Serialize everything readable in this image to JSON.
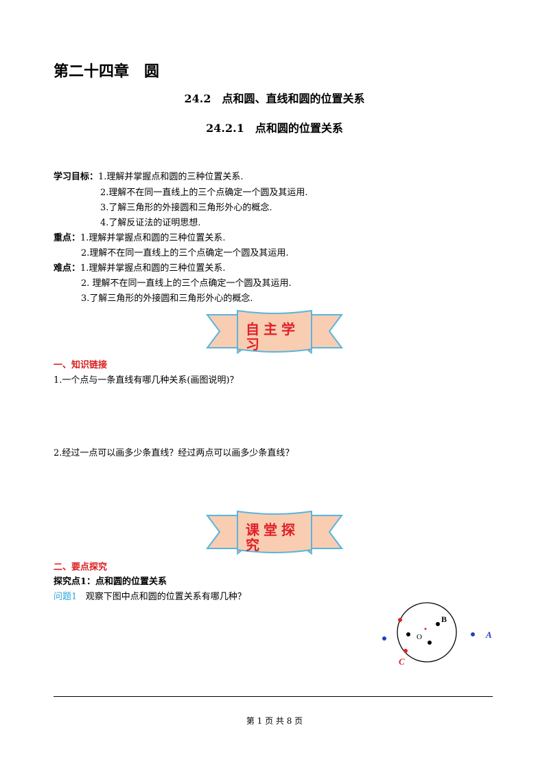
{
  "header": {
    "chapter": "第二十四章　圆",
    "section": "24.2　点和圆、直线和圆的位置关系",
    "subsection": "24.2.1　点和圆的位置关系"
  },
  "objectives": {
    "goals_label": "学习目标：",
    "goals": [
      "1.理解并掌握点和圆的三种位置关系.",
      "2.理解不在同一直线上的三个点确定一个圆及其运用.",
      "3.了解三角形的外接圆和三角形外心的概念.",
      "4.了解反证法的证明思想."
    ],
    "key_label": "重点：",
    "key_points": [
      "1.理解并掌握点和圆的三种位置关系.",
      "2.理解不在同一直线上的三个点确定一个圆及其运用."
    ],
    "difficult_label": "难点：",
    "difficult_points": [
      "1.理解并掌握点和圆的三种位置关系.",
      "2. 理解不在同一直线上的三个点确定一个圆及其运用.",
      "3.了解三角形的外接圆和三角形外心的概念."
    ]
  },
  "ribbon1": {
    "line1": "自主学",
    "line2": "习"
  },
  "part1": {
    "heading": "一、知识链接",
    "q1": "1.一个点与一条直线有哪几种关系(画图说明)？",
    "q2": "2.经过一点可以画多少条直线？经过两点可以画多少条直线？"
  },
  "ribbon2": {
    "line1": "课堂探",
    "line2": "究"
  },
  "part2": {
    "heading": "二、要点探究",
    "topic": "探究点1：点和圆的位置关系",
    "question_label": "问题1",
    "question_text": "观察下图中点和圆的位置关系有哪几种？"
  },
  "figure": {
    "label_a": "A",
    "label_b": "B",
    "label_c": "C",
    "label_o": "O",
    "colors": {
      "red": "#e0202a",
      "blue": "#1f3fbf",
      "black": "#000000"
    }
  },
  "footer": {
    "page": "第 1 页 共 8 页"
  }
}
